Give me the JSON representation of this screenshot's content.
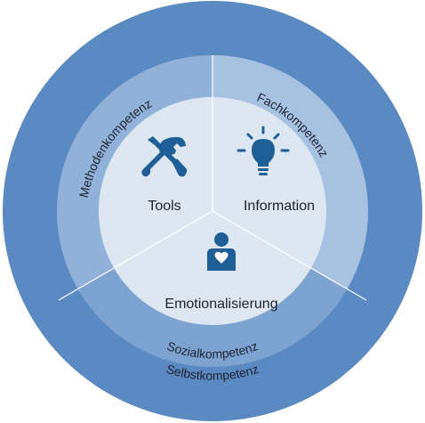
{
  "diagram": {
    "outer_ring": {
      "label": "Selbstkompetenz",
      "color": "#5a8ac1"
    },
    "middle_ring": {
      "sectors": [
        {
          "label": "Fachkompetenz",
          "color": "#a7c1e1"
        },
        {
          "label": "Sozialkompetenz",
          "color": "#7fa3d1"
        },
        {
          "label": "Methodenkompetenz",
          "color": "#92b1d9"
        }
      ]
    },
    "inner_circle": {
      "color": "#dde7f2",
      "items": [
        {
          "label": "Tools",
          "icon": "tools-icon"
        },
        {
          "label": "Information",
          "icon": "lightbulb-icon"
        },
        {
          "label": "Emotionalisierung",
          "icon": "person-heart-icon"
        }
      ]
    },
    "icon_color": "#1f5e96",
    "divider_color": "#ffffff"
  }
}
